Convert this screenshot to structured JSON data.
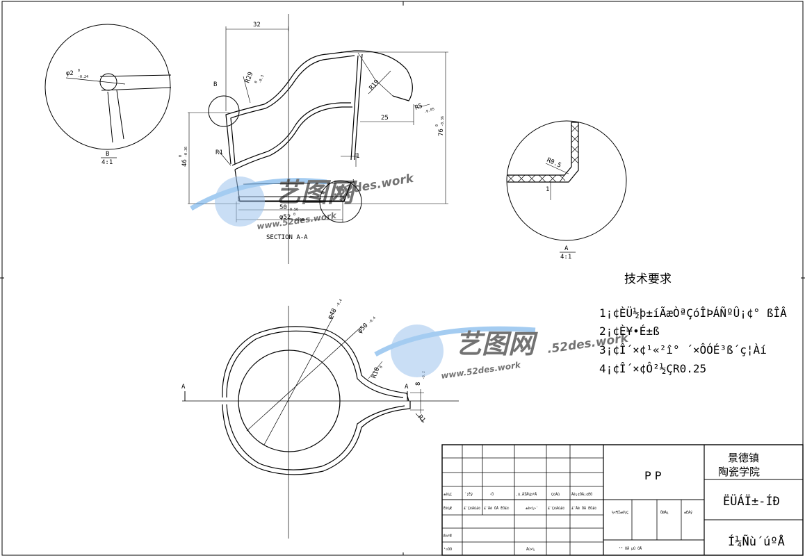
{
  "views": {
    "section_label": "SECTION A-A",
    "detail_b": {
      "letter": "B",
      "scale": "4:1"
    },
    "detail_a": {
      "letter": "A",
      "scale": "4:1"
    },
    "cut_letter_b": "B",
    "cut_letter_a": "A"
  },
  "dimensions": {
    "d32": "32",
    "d25": "25",
    "r29": "R29",
    "r29_tol_top": "0",
    "r29_tol_bot": "-0.3",
    "r19": "R19",
    "r5": "R5",
    "r5_tol": "-0.05",
    "r1": "R1",
    "h76": "76",
    "h76_tol_top": "0",
    "h76_tol_bot": "-0.36",
    "h46": "46",
    "h46_tol_top": "0",
    "h46_tol_bot": "-0.36",
    "w50": "50",
    "w50_tol": "-0.56",
    "dia52": "φ52",
    "dia52_tol_top": "0",
    "dia52_tol_bot": "-0.64",
    "thk1": "1",
    "thk1b": "1",
    "dia2": "φ2",
    "dia2_tol_top": "0",
    "dia2_tol_bot": "-0.24",
    "r05": "R0.5",
    "thk_detail": "1",
    "dia48": "φ48",
    "dia48_tol": "-0.4",
    "dia50": "φ50",
    "dia50_tol": "-0.4",
    "r10": "R10",
    "r10_tol": "0",
    "d8": "8",
    "d8_tol": "-0.2",
    "r_small": "R1"
  },
  "tech_requirements": {
    "title": "技术要求",
    "items": [
      "1¡¢ÈÜ½þ±íÃæÒªÇóÎÞÁÑºÛ¡¢° ßÎÂ",
      "2¡¢È¥•É±ß",
      "3¡¢Î´×¢¹«²î° ´×ÔÓÉ³ß´ç¦Àí",
      "4¡¢Î´×¢Ô²½ÇR0.25"
    ]
  },
  "title_block": {
    "material": "P P",
    "school_line1": "景德镇",
    "school_line2": "陶瓷学院",
    "part_name": "ËÜÁÏ±-ÍÐ",
    "drawing_no": "Í¼Ñù´úºÅ",
    "row_mark": [
      "±ê¼Ç",
      "´¦Êý",
      "·Ö",
      "¸ü¸ÄÎÄ¼þºÅ",
      "Ç©Ãû",
      "Äê¡¢ÔÂ¡¢ÈÕ"
    ],
    "row_design": [
      "Éè¼Æ",
      "£¨Ç©Ãû£©",
      "£¨Äê ÔÂ ÈÕ£©",
      "±ê×¼»¯",
      "£¨Ç©Ãû£©",
      "£¨Äê ÔÂ ÈÕ£©"
    ],
    "row_stage": "½×¶Î±ê¼Ç",
    "weight_label": "ÖØÁ¿",
    "scale_label": "±ÈÀý",
    "sheet_text": "¹² ÕÅ µÚ ÕÅ",
    "check_label": "ÉóºË",
    "process_label": "¹¤ÒÕ",
    "approve_label": "Åú×¼"
  },
  "watermark": {
    "brand": "艺图网",
    "url_top": ".52des.work",
    "url_bottom": "www.52des.work",
    "brand2": "艺图网",
    "url2_top": ".52des.work",
    "url2_bottom": "www.52des.work"
  }
}
